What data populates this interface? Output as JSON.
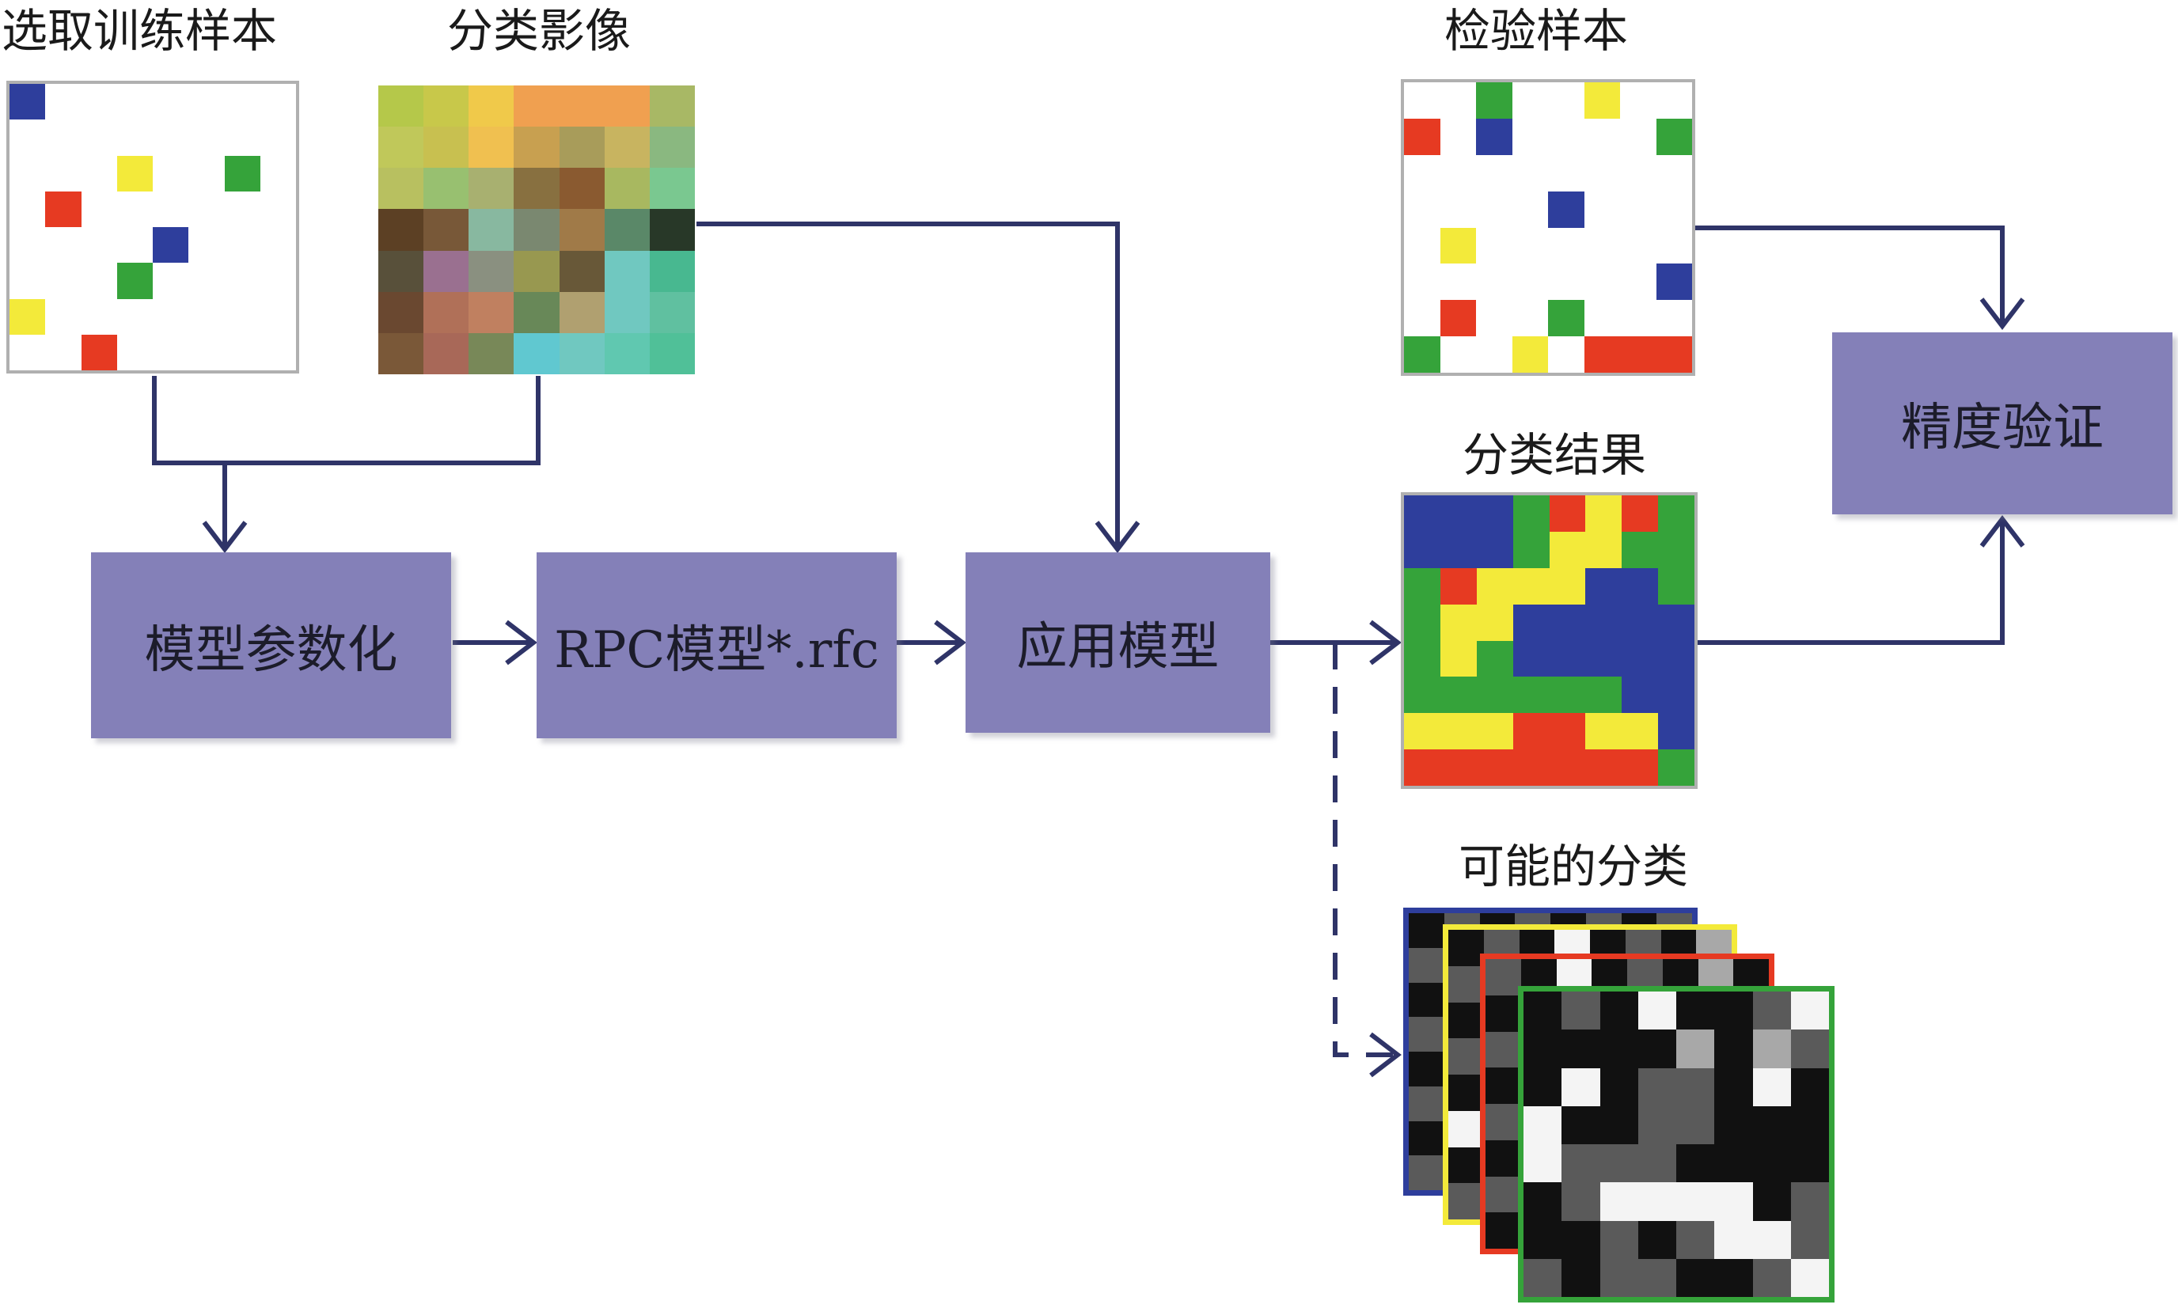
{
  "labels": {
    "training_samples": "选取训练样本",
    "classification_image": "分类影像",
    "validation_samples": "检验样本",
    "classification_result": "分类结果",
    "possible_classes": "可能的分类"
  },
  "boxes": {
    "parameterize": "模型参数化",
    "rpc_model": "RPC模型*.rfc",
    "apply_model": "应用模型",
    "accuracy": "精度验证"
  },
  "colors": {
    "box_fill": "#8480b8",
    "arrow": "#2f3468",
    "blue": "#2e3e9c",
    "yellow": "#f3ea3a",
    "green": "#35a33a",
    "red": "#e63a22"
  },
  "training_grid": [
    "B.......",
    "........",
    "...Y..G.",
    ".R......",
    "....B...",
    "...G....",
    "Y.......",
    "..R....."
  ],
  "validation_grid": [
    "..G..Y..",
    "R.B....G",
    "........",
    "....B...",
    ".Y......",
    ".......B",
    ".R..G...",
    "G..Y.RRR"
  ],
  "result_grid": [
    "BBBGRYRG",
    "BBBGYYGG",
    "GRYYYBBG",
    "GYYBBBBB",
    "GYGBBBBB",
    "GGGGGGBB",
    "YYYRRYYB",
    "RRRRRRRG"
  ],
  "image_grid": [
    [
      "#b5c84a",
      "#c8c84a",
      "#f0c94a",
      "#f0a050",
      "#f0a050",
      "#f0a050",
      "#a8b865"
    ],
    [
      "#c0c85a",
      "#c8c050",
      "#f0c050",
      "#c8a050",
      "#a89c5a",
      "#c8b460",
      "#8ab880"
    ],
    [
      "#b8c060",
      "#98c070",
      "#a8b070",
      "#887040",
      "#8a5a30",
      "#a8b860",
      "#7ac890"
    ],
    [
      "#5c4024",
      "#785838",
      "#88b8a0",
      "#7a8870",
      "#a07a48",
      "#5a8868",
      "#283828"
    ],
    [
      "#58503a",
      "#9a7090",
      "#8a9080",
      "#989850",
      "#685838",
      "#70c8c0",
      "#48b890"
    ],
    [
      "#6a4830",
      "#b07058",
      "#c08060",
      "#688858",
      "#b0a070",
      "#70c8c0",
      "#60c0a0"
    ],
    [
      "#7a5838",
      "#a86858",
      "#788858",
      "#60c8d0",
      "#70c8c0",
      "#60c8b0",
      "#50c098"
    ]
  ],
  "gray_grids": {
    "layer1": [
      "KDKDKDKD",
      "DKLKDKKD",
      "KKDKLKDK",
      "DLKKDKKD",
      "KDKDKKLK",
      "DKKLDKDK",
      "KDLKKDKD",
      "DKDKDKKD"
    ],
    "layer2": [
      "KDKWKDKL",
      "DKLKDKWD",
      "KWDKLKDK",
      "DLKWDKKD",
      "KDKDKWLK",
      "WKKLDKDK",
      "KDLKWDKD",
      "DKDKDKWD"
    ],
    "layer3": [
      "DKWKDKLK",
      "KDKLKWDK",
      "DKWDKDLK",
      "KLDKWKDK",
      "DKKWDLKD",
      "KWDKKDLK",
      "DKLDWKDK",
      "KDKWDKDW"
    ],
    "top": [
      "KDKWKKDW",
      "KKKKLKLD",
      "KWKDDKWK",
      "WKKDDKKK",
      "WDDDKKKK",
      "KDWWWWKD",
      "KKDKDWWD",
      "DKDDKKDW"
    ]
  }
}
